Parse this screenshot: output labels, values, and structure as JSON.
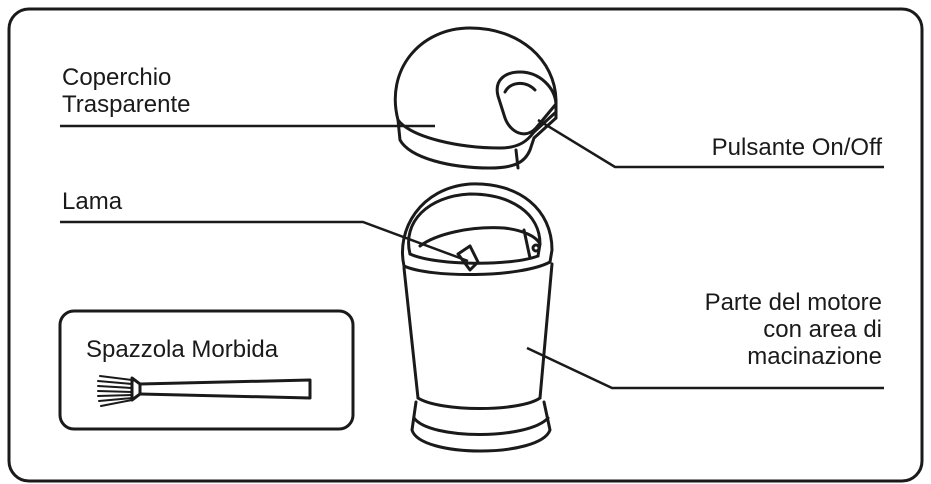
{
  "labels": {
    "lid": [
      "Coperchio",
      "Trasparente"
    ],
    "switch": "Pulsante On/Off",
    "blade": "Lama",
    "motor": [
      "Parte del motore",
      "con area di",
      "macinazione"
    ],
    "brush": "Spazzola Morbida"
  },
  "colors": {
    "stroke": "#1a1a1a",
    "background": "#ffffff"
  }
}
